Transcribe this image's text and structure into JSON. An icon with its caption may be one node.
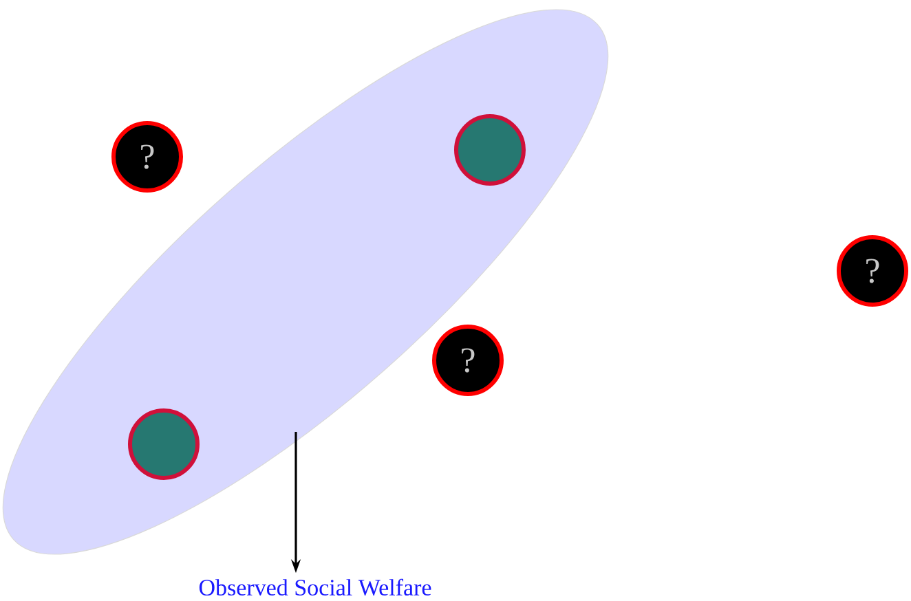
{
  "diagram": {
    "nodes": [
      {
        "text": [],
        "shape": "ellipse"
      },
      {
        "text": [
          "?"
        ]
      },
      {
        "text": [],
        "shape": "circle",
        "in": 0
      },
      {
        "text": [
          "?"
        ]
      },
      {
        "text": [
          "?"
        ]
      },
      {
        "text": [],
        "shape": "circle",
        "in": 0
      },
      {
        "text": [
          "Observed Social Welfare"
        ]
      }
    ],
    "edges": [
      {
        "from": 0,
        "to": 6,
        "arrow": "to"
      }
    ]
  }
}
